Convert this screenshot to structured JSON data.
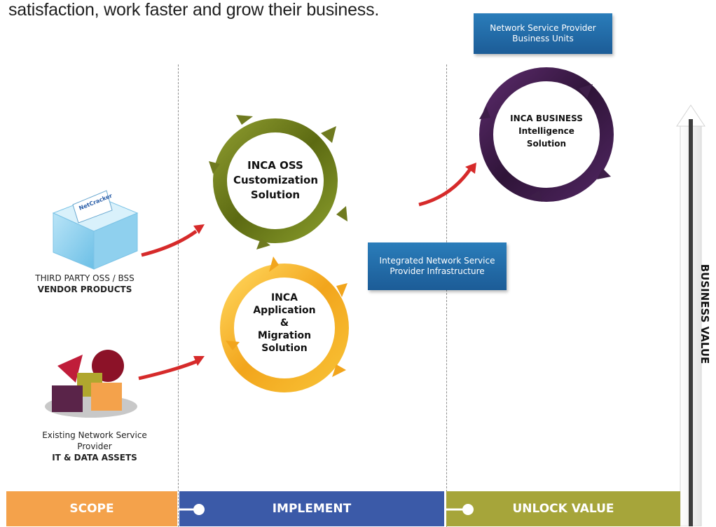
{
  "intro_text": "satisfaction, work faster and grow their business.",
  "boxes": {
    "business_units": [
      "Network Service Provider",
      "Business Units"
    ],
    "infrastructure": [
      "Integrated Network Service",
      "Provider Infrastructure"
    ]
  },
  "cycles": {
    "oss": [
      "INCA OSS",
      "Customization",
      "Solution"
    ],
    "app": [
      "INCA",
      "Application",
      "&",
      "Migration",
      "Solution"
    ],
    "business": [
      "INCA BUSINESS",
      "Intelligence",
      "Solution"
    ]
  },
  "captions": {
    "vendor": {
      "line1": "THIRD PARTY OSS / BSS",
      "line2": "VENDOR PRODUCTS",
      "box_brand": "NetCracker"
    },
    "assets": {
      "line1": "Existing Network Service",
      "line2": "Provider",
      "line3": "IT & DATA ASSETS"
    }
  },
  "bottom_bar": {
    "scope": "SCOPE",
    "implement": "IMPLEMENT",
    "unlock": "UNLOCK VALUE"
  },
  "business_value_label": "BUSINESS VALUE",
  "colors": {
    "scope": "#f4a24b",
    "implement": "#3b5aa8",
    "unlock": "#a6a53a",
    "oss_cycle": "#6f7a1f",
    "app_cycle": "#f2a51c",
    "business_cycle": "#3d1e48",
    "connector_arrow": "#d62a2a",
    "box_blue": "#1f66a6"
  }
}
